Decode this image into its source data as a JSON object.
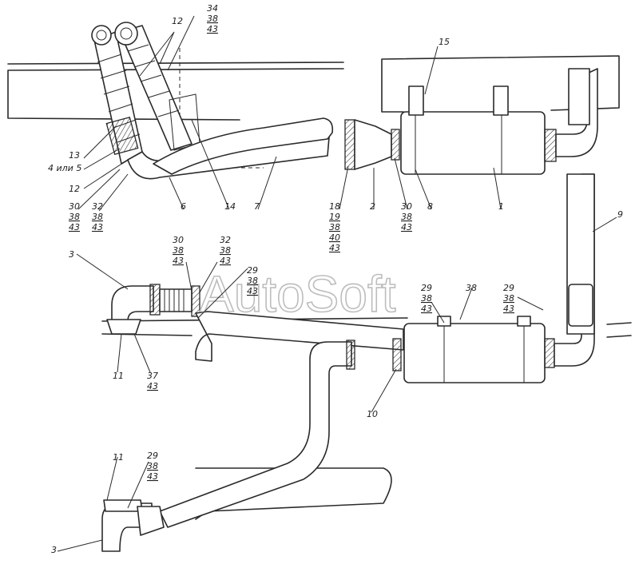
{
  "watermark": "AutoSoft",
  "callouts": {
    "c15": "15",
    "c12a": "12",
    "c34": "34",
    "c38a": "38",
    "c43a": "43",
    "c13": "13",
    "c4or5": "4 или 5",
    "c12b": "12",
    "c30a": "30",
    "c38b": "38",
    "c43b": "43",
    "c32a": "32",
    "c38c": "38",
    "c43c": "43",
    "c6": "6",
    "c14": "14",
    "c7": "7",
    "c18": "18",
    "c19": "19",
    "c38d": "38",
    "c40": "40",
    "c43d": "43",
    "c2": "2",
    "c30b": "30",
    "c38e": "38",
    "c43e": "43",
    "c8": "8",
    "c1": "1",
    "c9": "9",
    "c3a": "3",
    "c30c": "30",
    "c38f": "38",
    "c43f": "43",
    "c32b": "32",
    "c38g": "38",
    "c43g": "43",
    "c29a": "29",
    "c38h": "38",
    "c43h": "43",
    "c29b": "29",
    "c38i": "38",
    "c43i": "43",
    "c38j": "38",
    "c29c": "29",
    "c38k": "38",
    "c43k": "43",
    "c11a": "11",
    "c37": "37",
    "c43j": "43",
    "c10": "10",
    "c11b": "11",
    "c29d": "29",
    "c38l": "38",
    "c43l": "43",
    "c3b": "3"
  }
}
